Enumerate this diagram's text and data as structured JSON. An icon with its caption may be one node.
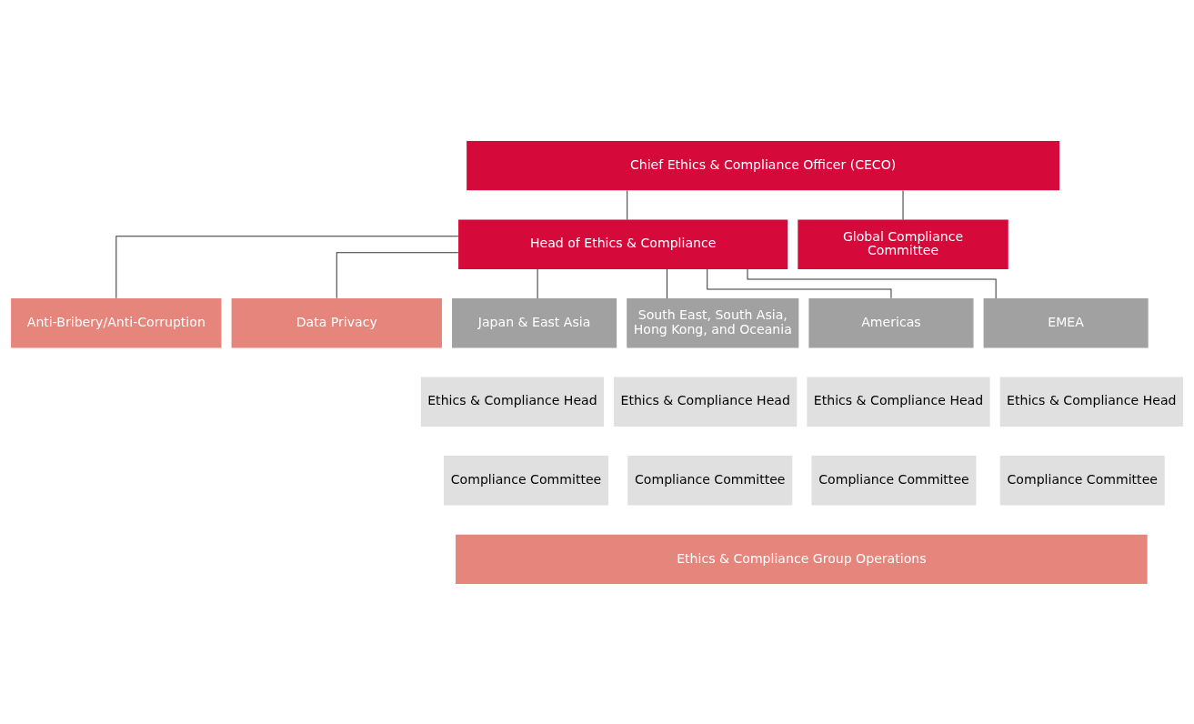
{
  "diagram": {
    "nodes": [
      {
        "text": [
          "Chief Ethics & Compliance Officer (CECO)"
        ]
      },
      {
        "text": [
          "Head of Ethics & Compliance"
        ]
      },
      {
        "text": [
          "Global Compliance Committee"
        ]
      },
      {
        "text": [
          "Anti-Bribery/Anti-Corruption"
        ]
      },
      {
        "text": [
          "Data Privacy"
        ]
      },
      {
        "text": [
          "Japan & East Asia"
        ]
      },
      {
        "text": [
          "South East, South Asia, Hong Kong, and Oceania"
        ]
      },
      {
        "text": [
          "Americas"
        ]
      },
      {
        "text": [
          "EMEA"
        ]
      },
      {
        "text": [
          "Ethics & Compliance Head"
        ]
      },
      {
        "text": [
          "Ethics & Compliance Head"
        ]
      },
      {
        "text": [
          "Ethics & Compliance Head"
        ]
      },
      {
        "text": [
          "Ethics & Compliance Head"
        ]
      },
      {
        "text": [
          "Compliance Committee"
        ]
      },
      {
        "text": [
          "Compliance Committee"
        ]
      },
      {
        "text": [
          "Compliance Committee"
        ]
      },
      {
        "text": [
          "Compliance Committee"
        ]
      },
      {
        "text": [
          "Ethics & Compliance Group Operations"
        ]
      }
    ],
    "edges": [
      {
        "from": 0,
        "to": 1,
        "arrow": "none"
      },
      {
        "from": 0,
        "to": 2,
        "arrow": "none"
      },
      {
        "from": 1,
        "to": 3,
        "arrow": "none"
      },
      {
        "from": 1,
        "to": 4,
        "arrow": "none"
      },
      {
        "from": 1,
        "to": 5,
        "arrow": "none"
      },
      {
        "from": 1,
        "to": 6,
        "arrow": "none"
      },
      {
        "from": 1,
        "to": 7,
        "arrow": "none"
      },
      {
        "from": 1,
        "to": 8,
        "arrow": "none"
      }
    ]
  }
}
